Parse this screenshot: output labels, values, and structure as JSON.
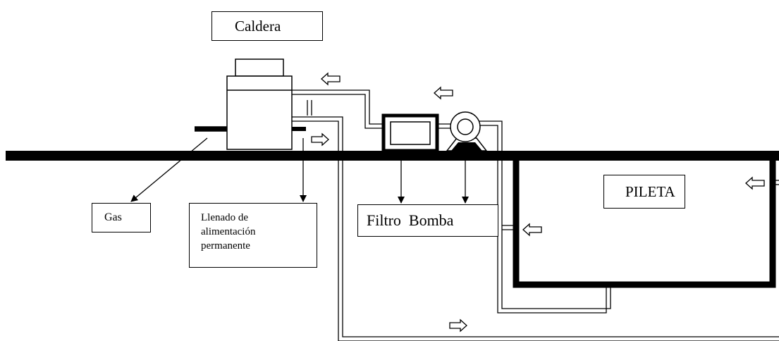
{
  "labels": {
    "caldera": "Caldera",
    "pileta": "PILETA",
    "gas": "Gas",
    "llenado_lines": [
      "Llenado de",
      "alimentación",
      "permanente"
    ],
    "filtro_bomba": "Filtro  Bomba"
  },
  "colors": {
    "line": "#000000",
    "background": "#ffffff"
  },
  "icons": {
    "flow_arrow": "hollow-arrow",
    "pump": "centrifugal-pump",
    "filter": "filter-tank",
    "boiler": "boiler-unit"
  }
}
